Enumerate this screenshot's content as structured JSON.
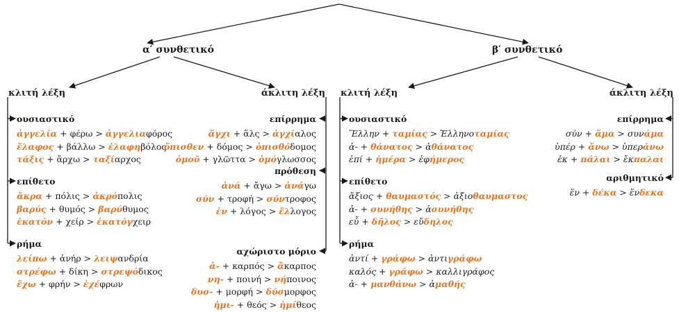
{
  "colors": {
    "highlight": "#e8731f",
    "line": "#1a1a1a"
  },
  "diagram": {
    "left_branch": {
      "title": "α′ συνθετικό",
      "inflected": {
        "title": "κλιτή λέξη",
        "groups": [
          {
            "label": "ουσιαστικό",
            "rows": [
              [
                [
                  "ἀγγελία",
                  "hl"
                ],
                [
                  " + φέρω > ",
                  ""
                ],
                [
                  "ἀγγελια",
                  "hl"
                ],
                [
                  "φόρος",
                  ""
                ]
              ],
              [
                [
                  "ἔλαφος",
                  "hl"
                ],
                [
                  " + βάλλω > ",
                  ""
                ],
                [
                  "ἐλαφη",
                  "hl"
                ],
                [
                  "βόλος",
                  ""
                ]
              ],
              [
                [
                  "τάξις",
                  "hl"
                ],
                [
                  " + ἄρχω > ",
                  ""
                ],
                [
                  "ταξί",
                  "hl"
                ],
                [
                  "αρχος",
                  ""
                ]
              ]
            ]
          },
          {
            "label": "επίθετο",
            "rows": [
              [
                [
                  "ἄκρα",
                  "hl"
                ],
                [
                  " + πόλις > ",
                  ""
                ],
                [
                  "ἀκρό",
                  "hl"
                ],
                [
                  "πολις",
                  ""
                ]
              ],
              [
                [
                  "βαρύς",
                  "hl"
                ],
                [
                  " + θυμός > ",
                  ""
                ],
                [
                  "βαρύ",
                  "hl"
                ],
                [
                  "θυμος",
                  ""
                ]
              ],
              [
                [
                  "ἑκατόν",
                  "hl"
                ],
                [
                  " + χείρ > ",
                  ""
                ],
                [
                  "ἑκατόγ",
                  "hl"
                ],
                [
                  "χειρ",
                  ""
                ]
              ]
            ]
          },
          {
            "label": "ρήμα",
            "rows": [
              [
                [
                  "λείπω",
                  "hl"
                ],
                [
                  " + ἀνήρ > ",
                  ""
                ],
                [
                  "λειψ",
                  "hl"
                ],
                [
                  "ανδρία",
                  ""
                ]
              ],
              [
                [
                  "στρέφω",
                  "hl"
                ],
                [
                  " + δίκη > ",
                  ""
                ],
                [
                  "στρεψό",
                  "hl"
                ],
                [
                  "δικος",
                  ""
                ]
              ],
              [
                [
                  "ἔχω",
                  "hl"
                ],
                [
                  " + φρήν > ",
                  ""
                ],
                [
                  "ἐχέ",
                  "hl"
                ],
                [
                  "φρων",
                  ""
                ]
              ]
            ]
          }
        ]
      },
      "uninflected": {
        "title": "άκλιτη λέξη",
        "groups": [
          {
            "label": "επίρρημα",
            "rows": [
              [
                [
                  "ἄγχι",
                  "hl"
                ],
                [
                  " + ἅλς > ",
                  ""
                ],
                [
                  "ἀγχί",
                  "hl"
                ],
                [
                  "αλος",
                  ""
                ]
              ],
              [
                [
                  "ὄπισθεν",
                  "hl"
                ],
                [
                  " + δόμος > ",
                  ""
                ],
                [
                  "ὀπισθό",
                  "hl"
                ],
                [
                  "δομος",
                  ""
                ]
              ],
              [
                [
                  "ὁμοῦ",
                  "hl"
                ],
                [
                  " + γλῶττα > ",
                  ""
                ],
                [
                  "ὁμό",
                  "hl"
                ],
                [
                  "γλωσσος",
                  ""
                ]
              ]
            ]
          },
          {
            "label": "πρόθεση",
            "rows": [
              [
                [
                  "ἀνά",
                  "hl"
                ],
                [
                  " + ἄγω > ",
                  ""
                ],
                [
                  "ἀνά",
                  "hl"
                ],
                [
                  "γω",
                  ""
                ]
              ],
              [
                [
                  "σύν",
                  "hl"
                ],
                [
                  " + τροφή > ",
                  ""
                ],
                [
                  "σύν",
                  "hl"
                ],
                [
                  "τροφος",
                  ""
                ]
              ],
              [
                [
                  "ἐν",
                  "hl"
                ],
                [
                  " + λόγος > ",
                  ""
                ],
                [
                  "ἔλ",
                  "hl"
                ],
                [
                  "λογος",
                  ""
                ]
              ]
            ]
          },
          {
            "label": "αχώριστο μόριο",
            "rows": [
              [
                [
                  "ἀ-",
                  "hl"
                ],
                [
                  " + καρπός > ",
                  ""
                ],
                [
                  "ἄ",
                  "hl"
                ],
                [
                  "καρπος",
                  ""
                ]
              ],
              [
                [
                  "νη-",
                  "hl"
                ],
                [
                  " + ποινή > ",
                  ""
                ],
                [
                  "νή",
                  "hl"
                ],
                [
                  "ποινος",
                  ""
                ]
              ],
              [
                [
                  "δυσ-",
                  "hl"
                ],
                [
                  " + μορφή > ",
                  ""
                ],
                [
                  "δύσ",
                  "hl"
                ],
                [
                  "μορφος",
                  ""
                ]
              ],
              [
                [
                  "ἡμι-",
                  "hl"
                ],
                [
                  " + θεός > ",
                  ""
                ],
                [
                  "ἡμί",
                  "hl"
                ],
                [
                  "θεος",
                  ""
                ]
              ]
            ]
          }
        ]
      }
    },
    "right_branch": {
      "title": "β′ συνθετικό",
      "inflected": {
        "title": "κλιτή λέξη",
        "groups": [
          {
            "label": "ουσιαστικό",
            "rows": [
              [
                [
                  "Ἕλλην + ",
                  "it"
                ],
                [
                  "ταμίας",
                  "hl"
                ],
                [
                  " > Ἑλληνο",
                  "it"
                ],
                [
                  "ταμίας",
                  "hl"
                ]
              ],
              [
                [
                  "ἀ- + ",
                  "it"
                ],
                [
                  "θάνατος",
                  "hl"
                ],
                [
                  " > ἀ",
                  "it"
                ],
                [
                  "θάνατος",
                  "hl"
                ]
              ],
              [
                [
                  "ἐπί + ",
                  "it"
                ],
                [
                  "ἡμέρα",
                  "hl"
                ],
                [
                  " > ἐφ",
                  "it"
                ],
                [
                  "ήμερος",
                  "hl"
                ]
              ]
            ]
          },
          {
            "label": "επίθετο",
            "rows": [
              [
                [
                  "ἄξιος + ",
                  "it"
                ],
                [
                  "θαυμαστός",
                  "hl"
                ],
                [
                  " > ἀξιο",
                  "it"
                ],
                [
                  "θαυμαστος",
                  "hl"
                ]
              ],
              [
                [
                  "ἀ- + ",
                  "it"
                ],
                [
                  "συνήθης",
                  "hl"
                ],
                [
                  " > ἀ",
                  "it"
                ],
                [
                  "συνήθης",
                  "hl"
                ]
              ],
              [
                [
                  "εὖ + ",
                  "it"
                ],
                [
                  "δῆλος",
                  "hl"
                ],
                [
                  " > εὔ",
                  "it"
                ],
                [
                  "δηλος",
                  "hl"
                ]
              ]
            ]
          },
          {
            "label": "ρήμα",
            "rows": [
              [
                [
                  "ἀντί + ",
                  "it"
                ],
                [
                  "γράφω",
                  "hl"
                ],
                [
                  " > ἀντι",
                  "it"
                ],
                [
                  "γράφω",
                  "hl"
                ]
              ],
              [
                [
                  "καλός + ",
                  "it"
                ],
                [
                  "γράφω",
                  "hl"
                ],
                [
                  " > καλλιγράφος",
                  "it"
                ]
              ],
              [
                [
                  "ἀ- + ",
                  "it"
                ],
                [
                  "μανθάνω",
                  "hl"
                ],
                [
                  " > ἀ",
                  "it"
                ],
                [
                  "μαθής",
                  "hl"
                ]
              ]
            ]
          }
        ]
      },
      "uninflected": {
        "title": "άκλιτη λέξη",
        "groups": [
          {
            "label": "επίρρημα",
            "rows": [
              [
                [
                  "σύν + ",
                  "it"
                ],
                [
                  "ἅμα",
                  "hl"
                ],
                [
                  " > συν",
                  "it"
                ],
                [
                  "άμα",
                  "hl"
                ]
              ],
              [
                [
                  "ὑπέρ + ",
                  "it"
                ],
                [
                  "ἄνω",
                  "hl"
                ],
                [
                  " > ὑπερ",
                  "it"
                ],
                [
                  "άνω",
                  "hl"
                ]
              ],
              [
                [
                  "ἐκ + ",
                  "it"
                ],
                [
                  "πάλαι",
                  "hl"
                ],
                [
                  " > ἔκ",
                  "it"
                ],
                [
                  "παλαι",
                  "hl"
                ]
              ]
            ]
          },
          {
            "label": "αριθμητικό",
            "rows": [
              [
                [
                  "ἕν + ",
                  "it"
                ],
                [
                  "δέκα",
                  "hl"
                ],
                [
                  " > ἕν",
                  "it"
                ],
                [
                  "δεκα",
                  "hl"
                ]
              ]
            ]
          }
        ]
      }
    }
  }
}
